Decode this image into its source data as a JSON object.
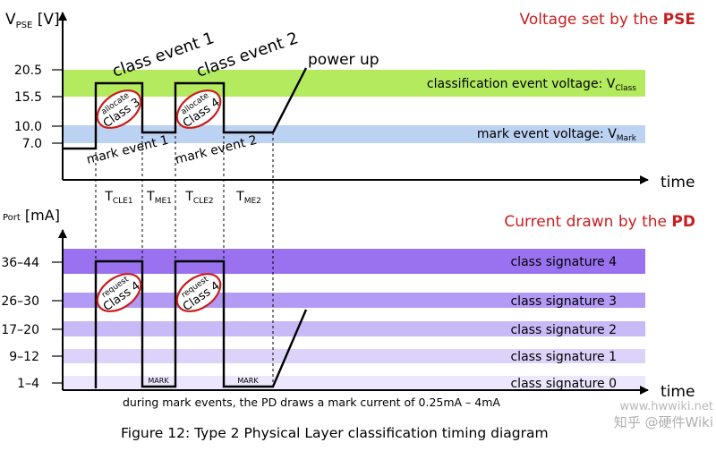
{
  "top_panel": {
    "axis_label_main": "V",
    "axis_label_sub": "PSE",
    "axis_label_unit": " [V]",
    "header": "Voltage set by the",
    "header_bold": "PSE",
    "y_ticks": [
      "20.5",
      "15.5",
      "10.0",
      "7.0"
    ],
    "x_axis_label": "time",
    "class_event_1": "class event 1",
    "class_event_2": "class event 2",
    "power_up": "power up",
    "mark_event_1": "mark event 1",
    "mark_event_2": "mark event 2",
    "classification_voltage_label": "classification event voltage: V",
    "classification_voltage_sub": "Class",
    "mark_voltage_label": "mark event voltage: V",
    "mark_voltage_sub": "Mark",
    "allocate_badges": [
      {
        "line1": "allocate",
        "line2": "Class 3"
      },
      {
        "line1": "allocate",
        "line2": "Class 4"
      }
    ],
    "timing_labels": [
      {
        "main": "T",
        "sub": "CLE1"
      },
      {
        "main": "T",
        "sub": "ME1"
      },
      {
        "main": "T",
        "sub": "CLE2"
      },
      {
        "main": "T",
        "sub": "ME2"
      }
    ]
  },
  "bottom_panel": {
    "axis_label_sub": "Port",
    "axis_label_unit": " [mA]",
    "header": "Current drawn by the",
    "header_bold": "PD",
    "y_ticks": [
      "36–44",
      "26–30",
      "17–20",
      "9–12",
      "1–4"
    ],
    "x_axis_label": "time",
    "signatures": [
      "class signature 4",
      "class signature 3",
      "class signature 2",
      "class signature 1",
      "class signature 0"
    ],
    "request_badges": [
      {
        "line1": "request",
        "line2": "Class 4"
      },
      {
        "line1": "request",
        "line2": "Class 4"
      }
    ],
    "mark_tag": "MARK",
    "footnote": "during mark events, the PD draws a mark current of 0.25mA – 4mA"
  },
  "caption": "Figure 12: Type 2 Physical Layer classification timing diagram",
  "watermark": "知乎 @硬件Wiki",
  "watermark_url": "www.hwwiki.net",
  "colors": {
    "red": "#c81e1e",
    "green_band": "#b3ea5e",
    "blue_band": "#bcd2f2",
    "sig4": "#9a72f0",
    "sig3": "#b39af5",
    "sig2": "#c8b9f7",
    "sig1": "#ddd3fa",
    "sig0": "#ece7fc"
  }
}
